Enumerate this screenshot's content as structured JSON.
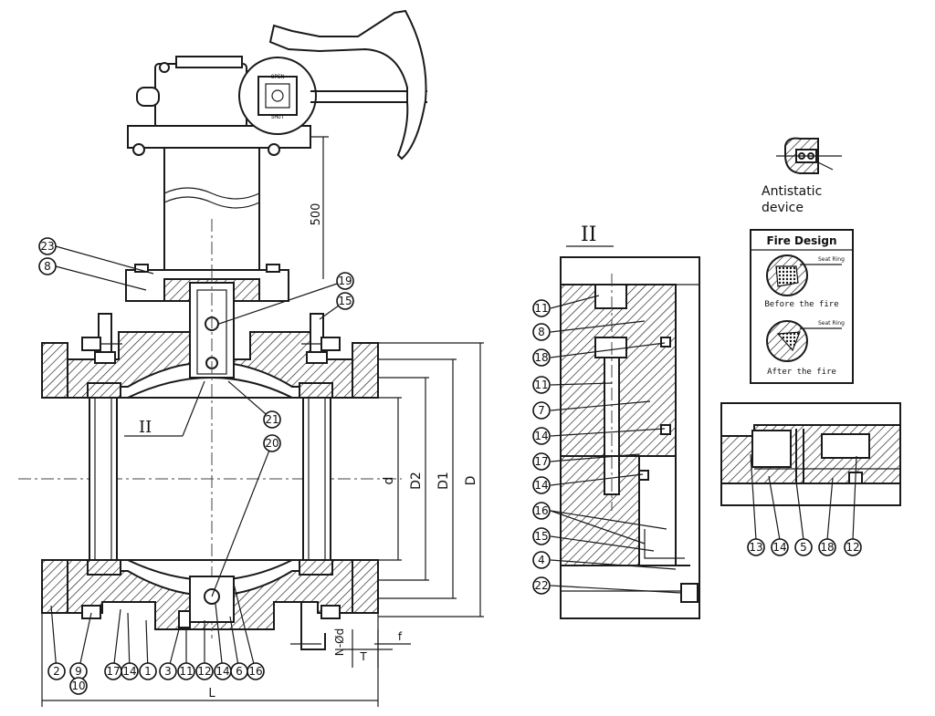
{
  "dimensions": {
    "height_500": "500",
    "d": "d",
    "D2": "D2",
    "D1": "D1",
    "D": "D",
    "L": "L",
    "N_Od": "N-Ød",
    "f": "f",
    "T": "T"
  },
  "section_label": "II",
  "detail_label": "II",
  "operator_plate": {
    "open": "OPEN",
    "shut": "SHUT"
  },
  "antistatic": {
    "line1": "Antistatic",
    "line2": "device"
  },
  "fire_design": {
    "title": "Fire Design",
    "before_caption": "Before the fire",
    "after_caption": "After the fire",
    "seat_ring_label": "Seat Ring"
  },
  "balloons_main": [
    {
      "n": "23"
    },
    {
      "n": "8"
    },
    {
      "n": "19"
    },
    {
      "n": "15"
    },
    {
      "n": "21"
    },
    {
      "n": "20"
    },
    {
      "n": "2"
    },
    {
      "n": "9"
    },
    {
      "n": "10"
    },
    {
      "n": "17"
    },
    {
      "n": "14"
    },
    {
      "n": "1"
    },
    {
      "n": "3"
    },
    {
      "n": "11"
    },
    {
      "n": "12"
    },
    {
      "n": "14"
    },
    {
      "n": "6"
    },
    {
      "n": "16"
    }
  ],
  "balloons_detail_ii": [
    {
      "n": "11"
    },
    {
      "n": "8"
    },
    {
      "n": "18"
    },
    {
      "n": "11"
    },
    {
      "n": "7"
    },
    {
      "n": "14"
    },
    {
      "n": "17"
    },
    {
      "n": "14"
    },
    {
      "n": "16"
    },
    {
      "n": "15"
    },
    {
      "n": "4"
    },
    {
      "n": "22"
    }
  ],
  "balloons_seat_detail": [
    {
      "n": "13"
    },
    {
      "n": "14"
    },
    {
      "n": "5"
    },
    {
      "n": "18"
    },
    {
      "n": "12"
    }
  ]
}
